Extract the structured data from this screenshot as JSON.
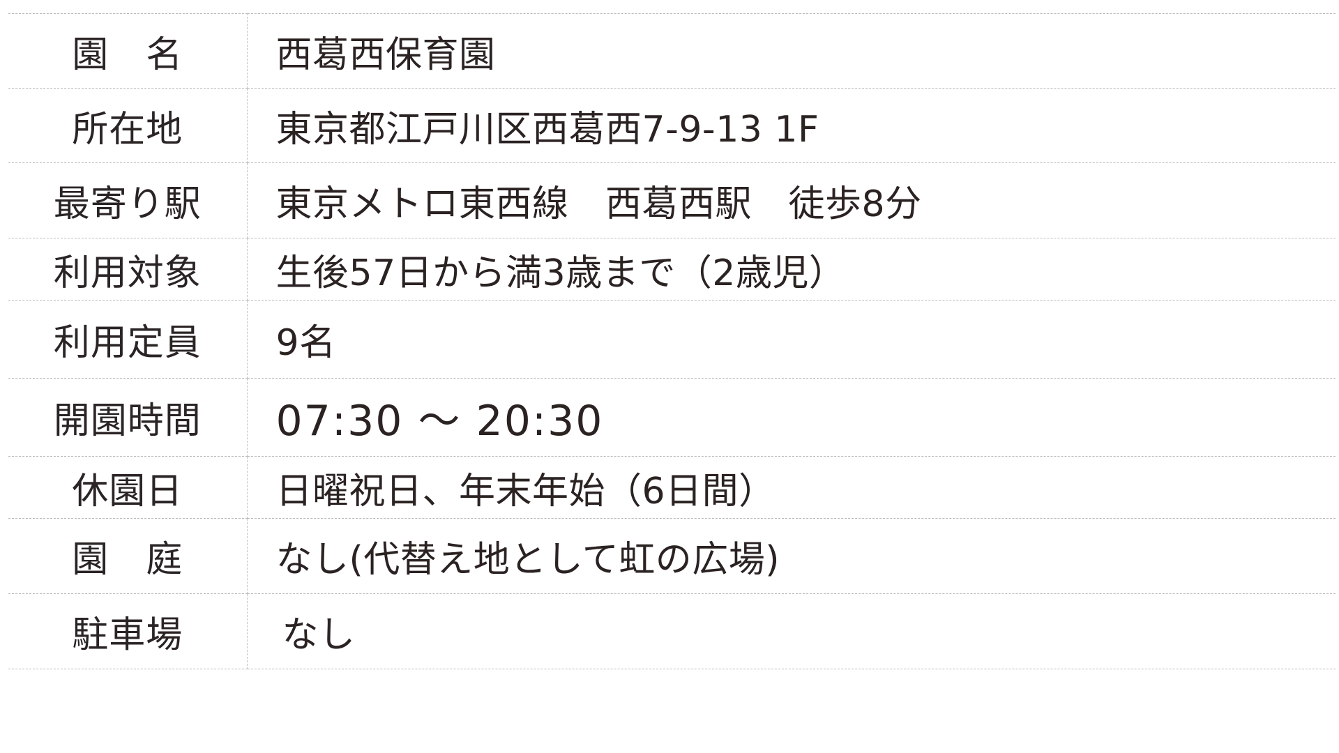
{
  "rows": [
    {
      "label": "園　名",
      "value": "西葛西保育園"
    },
    {
      "label": "所在地",
      "value": "東京都江戸川区西葛西7-9-13 1F"
    },
    {
      "label": "最寄り駅",
      "value": "東京メトロ東西線　西葛西駅　徒歩8分"
    },
    {
      "label": "利用対象",
      "value": "生後57日から満3歳まで（2歳児）"
    },
    {
      "label": "利用定員",
      "value": "9名"
    },
    {
      "label": "開園時間",
      "value": "07:30 ～ 20:30"
    },
    {
      "label": "休園日",
      "value": "日曜祝日、年末年始（6日間）"
    },
    {
      "label": "園　庭",
      "value": "なし(代替え地として虹の広場)"
    },
    {
      "label": "駐車場",
      "value": "なし"
    }
  ]
}
